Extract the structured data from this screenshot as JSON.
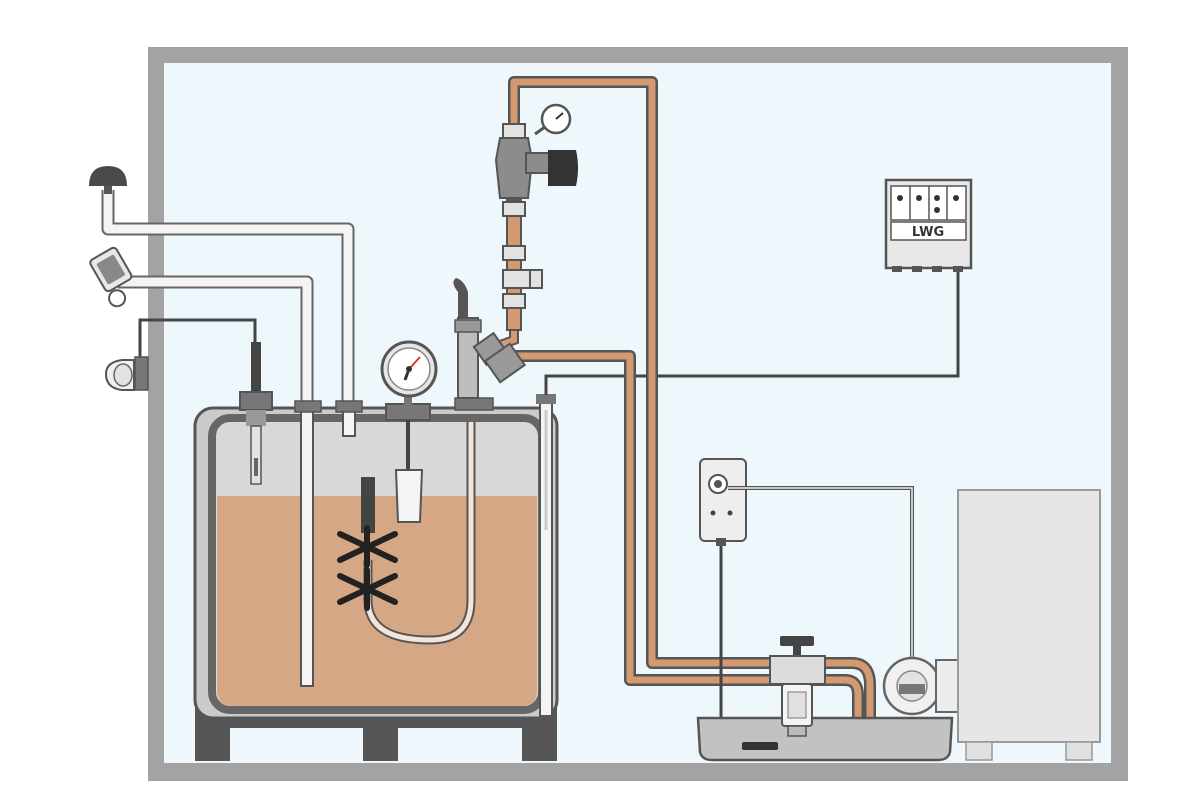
{
  "colors": {
    "background": "#ffffff",
    "room_wall": "#a3a3a3",
    "room_interior": "#eef7fb",
    "oil": "#d5a784",
    "oil_pipe": "#d39a72",
    "pipe_outline": "#555555",
    "tank_shell": "#cbcbcb",
    "tank_frame": "#666666",
    "dark_part": "#4a4a4a",
    "signal_line": "#444444",
    "white_pipe": "#f4f4f4",
    "burner_unit": "#e6e6e6"
  },
  "control_box": {
    "label": "LWG"
  },
  "components": [
    {
      "name": "vent-cap",
      "icon": "mushroom-cap-icon"
    },
    {
      "name": "fill-connector",
      "icon": "fill-coupling-icon"
    },
    {
      "name": "overfill-alarm-lamp",
      "icon": "alarm-lamp-icon"
    },
    {
      "name": "level-gauge",
      "icon": "gauge-icon"
    },
    {
      "name": "pressure-gauge",
      "icon": "gauge-icon"
    },
    {
      "name": "shutoff-valve",
      "icon": "valve-handle-icon"
    },
    {
      "name": "leak-sensor",
      "icon": "sensor-icon"
    },
    {
      "name": "oil-filter",
      "icon": "filter-icon"
    },
    {
      "name": "burner",
      "icon": "burner-icon"
    }
  ]
}
